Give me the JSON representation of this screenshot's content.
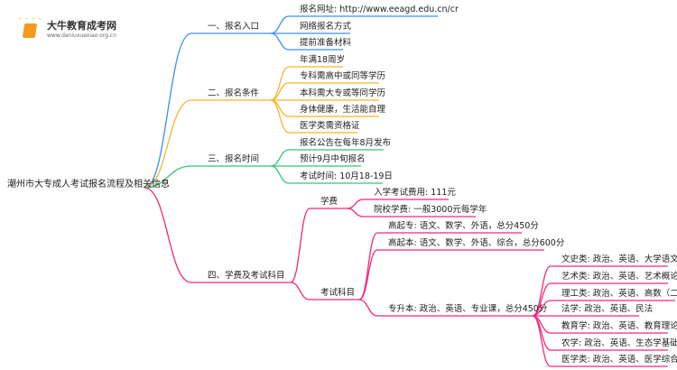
{
  "logo": {
    "name": "大牛教育成考网",
    "url": "www.daniuxuexiao.org.cn"
  },
  "colors": {
    "b0": "#3b8ff5",
    "b1": "#f5b42c",
    "b2": "#35c577",
    "b3": "#f2277d"
  },
  "root": {
    "label": "潮州市大专成人考试报名流程及相关信息"
  },
  "branches": [
    {
      "label": "一、报名入口",
      "children": [
        {
          "label": "报名网址: http://www.eeagd.edu.cn/cr"
        },
        {
          "label": "网络报名方式"
        },
        {
          "label": "提前准备材料"
        }
      ]
    },
    {
      "label": "二、报名条件",
      "children": [
        {
          "label": "年满18周岁"
        },
        {
          "label": "专科需高中或同等学历"
        },
        {
          "label": "本科需大专或等同学历"
        },
        {
          "label": "身体健康，生活能自理"
        },
        {
          "label": "医学类需资格证"
        }
      ]
    },
    {
      "label": "三、报名时间",
      "children": [
        {
          "label": "报名公告在每年8月发布"
        },
        {
          "label": "预计9月中旬报名"
        },
        {
          "label": "考试时间: 10月18-19日"
        }
      ]
    },
    {
      "label": "四、学费及考试科目",
      "children": [
        {
          "label": "学费",
          "children": [
            {
              "label": "入学考试费用: 111元"
            },
            {
              "label": "院校学费: 一般3000元每学年"
            }
          ]
        },
        {
          "label": "考试科目",
          "children": [
            {
              "label": "高起专: 语文、数学、外语，总分450分"
            },
            {
              "label": "高起本: 语文、数学、外语、综合，总分600分"
            },
            {
              "label": "专升本: 政治、英语、专业课，总分450分",
              "children": [
                {
                  "label": "文史类: 政治、英语、大学语文"
                },
                {
                  "label": "艺术类: 政治、英语、艺术概论"
                },
                {
                  "label": "理工类: 政治、英语、高数（二）"
                },
                {
                  "label": "法学: 政治、英语、民法"
                },
                {
                  "label": "教育学: 政治、英语、教育理论"
                },
                {
                  "label": "农学: 政治、英语、生态学基础"
                },
                {
                  "label": "医学类: 政治、英语、医学综合"
                }
              ]
            }
          ]
        }
      ]
    }
  ]
}
